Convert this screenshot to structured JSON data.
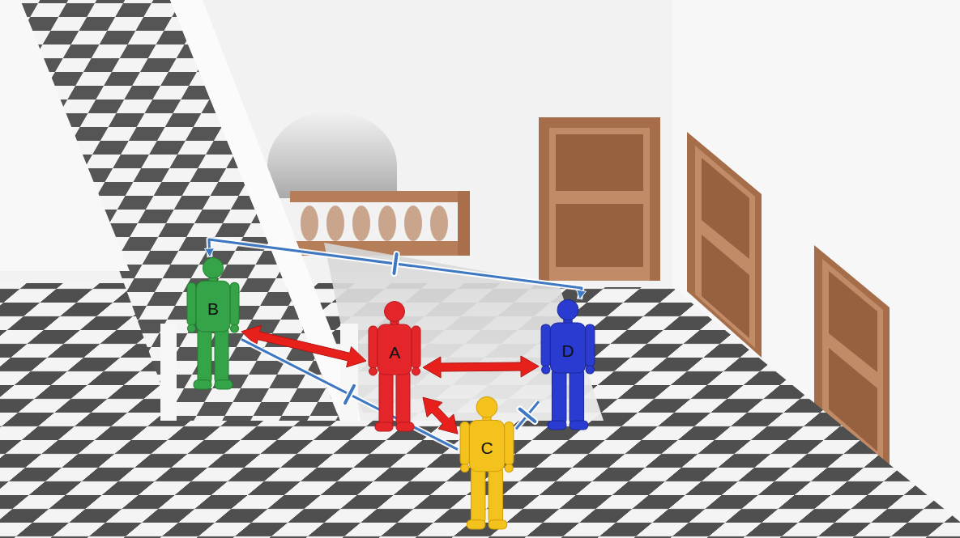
{
  "diagram": {
    "nodes": [
      {
        "text": [
          "B"
        ]
      },
      {
        "text": [
          "A"
        ]
      },
      {
        "text": [
          "D"
        ]
      },
      {
        "text": [
          "C"
        ]
      }
    ],
    "edges": [
      {
        "from": 1,
        "to": 0,
        "arrow": "both"
      },
      {
        "from": 1,
        "to": 2,
        "arrow": "both"
      },
      {
        "from": 1,
        "to": 3,
        "arrow": "both"
      },
      {
        "from": 0,
        "to": 2,
        "arrow": "both"
      },
      {
        "from": 0,
        "to": 3,
        "arrow": "none"
      },
      {
        "from": 3,
        "to": 2,
        "arrow": "none"
      }
    ]
  }
}
